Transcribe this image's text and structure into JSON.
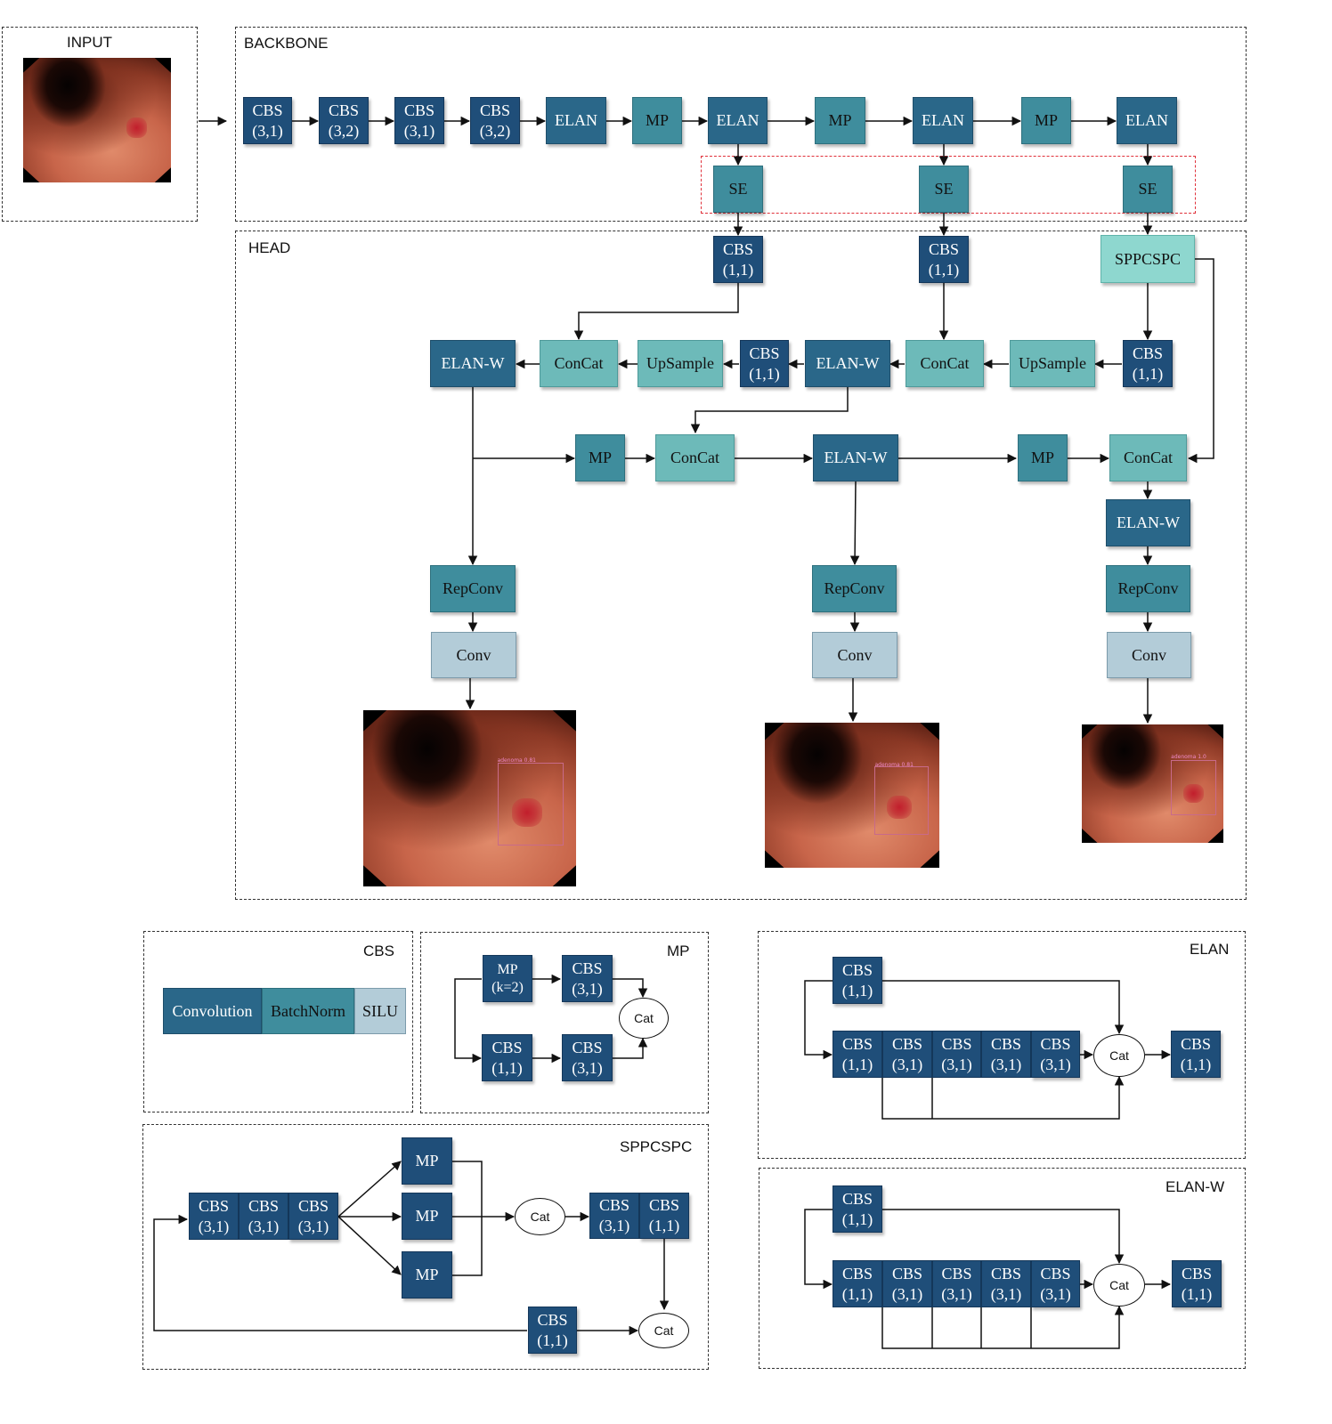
{
  "sections": {
    "input": "INPUT",
    "backbone": "BACKBONE",
    "head": "HEAD",
    "cbs": "CBS",
    "mp": "MP",
    "elan": "ELAN",
    "sppcspc": "SPPCSPC",
    "elan_w": "ELAN-W"
  },
  "backbone": {
    "cbs1": "CBS\n(3,1)",
    "cbs2": "CBS\n(3,2)",
    "cbs3": "CBS\n(3,1)",
    "cbs4": "CBS\n(3,2)",
    "elan1": "ELAN",
    "mp1": "MP",
    "elan2": "ELAN",
    "mp2": "MP",
    "elan3": "ELAN",
    "mp3": "MP",
    "elan4": "ELAN",
    "se1": "SE",
    "se2": "SE",
    "se3": "SE"
  },
  "head": {
    "cbs_a": "CBS\n(1,1)",
    "cbs_b": "CBS\n(1,1)",
    "sppcspc": "SPPCSPC",
    "elanw_left": "ELAN-W",
    "concat_left": "ConCat",
    "upsample_left": "UpSample",
    "cbs_mid": "CBS\n(1,1)",
    "elanw_mid": "ELAN-W",
    "concat_mid": "ConCat",
    "upsample_right": "UpSample",
    "cbs_right": "CBS\n(1,1)",
    "mp_a": "MP",
    "concat_row3": "ConCat",
    "elanw_row3": "ELAN-W",
    "mp_b": "MP",
    "concat_right": "ConCat",
    "elanw_right": "ELAN-W",
    "repconv1": "RepConv",
    "repconv2": "RepConv",
    "repconv3": "RepConv",
    "conv1": "Conv",
    "conv2": "Conv",
    "conv3": "Conv",
    "det_label1": "adenoma 0.81",
    "det_label2": "adenoma 0.81",
    "det_label3": "adenoma 1.0"
  },
  "legend_cbs": {
    "convolution": "Convolution",
    "batchnorm": "BatchNorm",
    "silu": "SILU"
  },
  "legend_mp": {
    "mp": "MP\n(k=2)",
    "cbs_top": "CBS\n(3,1)",
    "cbs_bl": "CBS\n(1,1)",
    "cbs_br": "CBS\n(3,1)",
    "cat": "Cat"
  },
  "legend_elan": {
    "cbs_top": "CBS\n(1,1)",
    "chain": [
      "CBS\n(1,1)",
      "CBS\n(3,1)",
      "CBS\n(3,1)",
      "CBS\n(3,1)",
      "CBS\n(3,1)"
    ],
    "cat": "Cat",
    "cbs_out": "CBS\n(1,1)"
  },
  "legend_elanw": {
    "cbs_top": "CBS\n(1,1)",
    "chain": [
      "CBS\n(1,1)",
      "CBS\n(3,1)",
      "CBS\n(3,1)",
      "CBS\n(3,1)",
      "CBS\n(3,1)"
    ],
    "cat": "Cat",
    "cbs_out": "CBS\n(1,1)"
  },
  "legend_spp": {
    "chain": [
      "CBS\n(3,1)",
      "CBS\n(3,1)",
      "CBS\n(3,1)"
    ],
    "mp1": "MP",
    "mp2": "MP",
    "mp3": "MP",
    "cat1": "Cat",
    "out1": "CBS\n(3,1)",
    "out2": "CBS\n(1,1)",
    "cbs_bottom": "CBS\n(1,1)",
    "cat2": "Cat"
  },
  "colors": {
    "cbs": "#1f4e79",
    "elan": "#2a6789",
    "se_mp_repconv": "#3f8d9d",
    "concat_upsample": "#6dbab9",
    "sppcspc": "#8ed7cf",
    "conv": "#b3ccd8",
    "highlight": "#e0303a"
  }
}
